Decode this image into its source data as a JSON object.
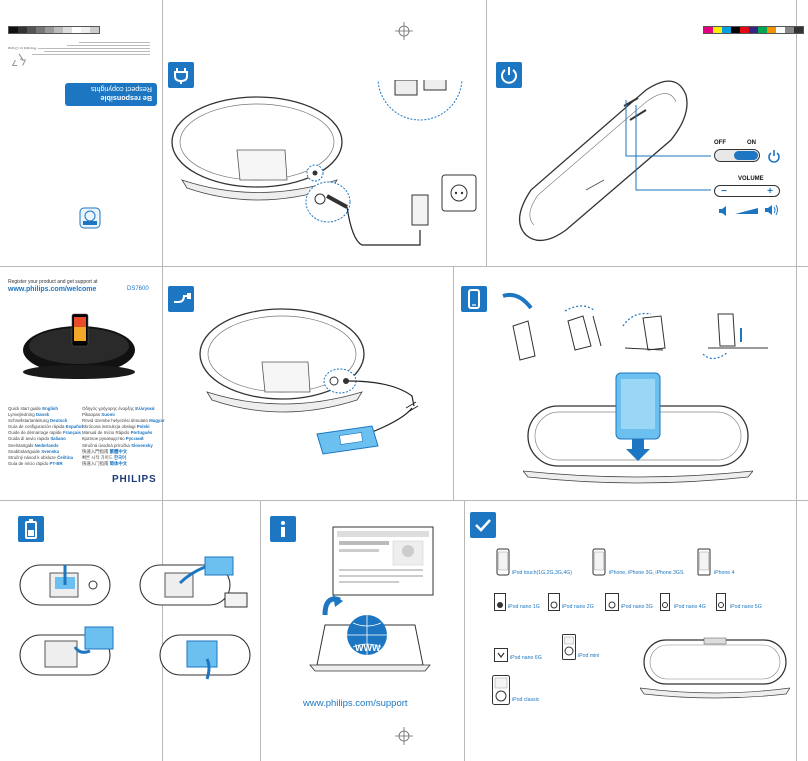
{
  "cover": {
    "register_line": "Register your product and get support at",
    "welcome_url": "www.philips.com/welcome",
    "model": "DS7600",
    "brand": "PHILIPS",
    "languages_left": [
      {
        "text": "Quick start guide",
        "lang": "English"
      },
      {
        "text": "Lynvejledning",
        "lang": "Dansk"
      },
      {
        "text": "Schnellstartanleitung",
        "lang": "Deutsch"
      },
      {
        "text": "Guía de configuración rápida",
        "lang": "Español"
      },
      {
        "text": "Guide de démarrage rapide",
        "lang": "Français"
      },
      {
        "text": "Guida di avvio rapido",
        "lang": "Italiano"
      },
      {
        "text": "Snelstartgids",
        "lang": "Nederlands"
      },
      {
        "text": "Snabbstartguide",
        "lang": "Svenska"
      },
      {
        "text": "Stručný návod k obsluze",
        "lang": "Čeština"
      },
      {
        "text": "Guia de início rápido",
        "lang": "PT-BR"
      }
    ],
    "languages_right": [
      {
        "text": "Οδηγός γρήγορης έναρξης",
        "lang": "Ελληνικά"
      },
      {
        "text": "Pikaopas",
        "lang": "Suomi"
      },
      {
        "text": "Rövid üzembe helyezési útmutató",
        "lang": "Magyar"
      },
      {
        "text": "Skrócona instrukcja obsługi",
        "lang": "Polski"
      },
      {
        "text": "Manual de Início Rápido",
        "lang": "Português"
      },
      {
        "text": "Краткое руководство",
        "lang": "Русский"
      },
      {
        "text": "Stručná úvodná príručka",
        "lang": "Slovensky"
      },
      {
        "text": "快速入門指南",
        "lang": "繁體中文"
      },
      {
        "text": "빠른 시작 가이드",
        "lang": "한국어"
      },
      {
        "text": "快速入门指南",
        "lang": "简体中文"
      }
    ]
  },
  "back": {
    "slogan_line1": "Be responsible",
    "slogan_line2": "Respect copyrights",
    "doc_code": "Printed in China"
  },
  "controls": {
    "off": "OFF",
    "on": "ON",
    "volume": "VOLUME",
    "minus": "−",
    "plus": "+"
  },
  "support": {
    "url": "www.philips.com/support",
    "wwwlabel": "WWW"
  },
  "compat": {
    "row1": [
      {
        "label": "iPod touch(1G,2G,3G,4G)"
      },
      {
        "label": "iPhone, iPhone 3G, iPhone 3GS"
      },
      {
        "label": "iPhone 4"
      }
    ],
    "row2": [
      {
        "label": "iPod nano 1G"
      },
      {
        "label": "iPod nano 2G"
      },
      {
        "label": "iPod nano 3G"
      },
      {
        "label": "iPod nano 4G"
      },
      {
        "label": "iPod nano 5G"
      }
    ],
    "row3": [
      {
        "label": "iPod nano 6G"
      },
      {
        "label": "iPod mini"
      }
    ],
    "row4": [
      {
        "label": "iPod classic"
      }
    ]
  },
  "colors": {
    "accent": "#1c76c2",
    "light_blue": "#6cc0ef",
    "dark_text": "#1c3a7a"
  },
  "icons": [
    "plug-icon",
    "power-icon",
    "aux-cable-icon",
    "phone-icon",
    "battery-icon",
    "info-icon",
    "checkmark-icon",
    "recycle-icon"
  ]
}
